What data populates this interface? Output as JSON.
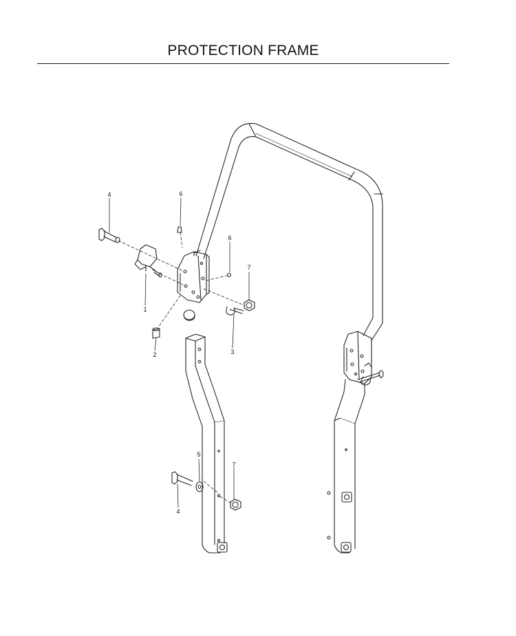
{
  "header": {
    "title": "PROTECTION FRAME"
  },
  "callouts": [
    {
      "id": "c-1",
      "label": "1"
    },
    {
      "id": "c-2",
      "label": "2"
    },
    {
      "id": "c-3",
      "label": "3"
    },
    {
      "id": "c-4a",
      "label": "4"
    },
    {
      "id": "c-4b",
      "label": "4"
    },
    {
      "id": "c-5",
      "label": "5"
    },
    {
      "id": "c-6a",
      "label": "6"
    },
    {
      "id": "c-6b",
      "label": "6"
    },
    {
      "id": "c-7a",
      "label": "7"
    },
    {
      "id": "c-7b",
      "label": "7"
    }
  ]
}
